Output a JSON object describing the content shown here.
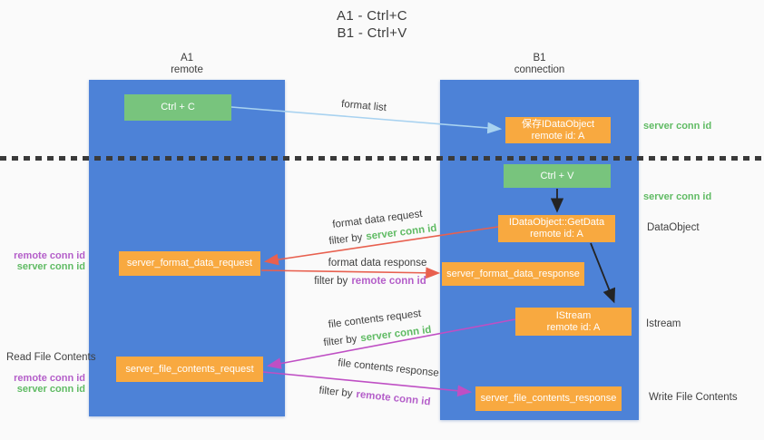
{
  "title": {
    "line1": "A1 - Ctrl+C",
    "line2": "B1 - Ctrl+V"
  },
  "columns": {
    "left": {
      "name": "A1",
      "subtitle": "remote"
    },
    "right": {
      "name": "B1",
      "subtitle": "connection"
    }
  },
  "nodes": {
    "ctrl_c": "Ctrl + C",
    "ctrl_v": "Ctrl + V",
    "save_dataobject": {
      "line1": "保存IDataObject",
      "line2": "remote id: A"
    },
    "getdata": {
      "line1": "IDataObject::GetData",
      "line2": "remote id: A"
    },
    "istream": {
      "line1": "IStream",
      "line2": "remote id: A"
    },
    "format_request": "server_format_data_request",
    "format_response": "server_format_data_response",
    "file_request": "server_file_contents_request",
    "file_response": "server_file_contents_response"
  },
  "labels": {
    "format_list": "format list",
    "format_data_request": "format data request",
    "format_data_response": "format data response",
    "file_contents_request": "file contents request",
    "file_contents_response": "file contents response",
    "filter_by": "filter by",
    "server_conn_id": "server conn id",
    "remote_conn_id": "remote conn id",
    "dataobject": "DataObject",
    "istream": "Istream",
    "read_file_contents": "Read File Contents",
    "write_file_contents": "Write File Contents"
  },
  "colors": {
    "lifeline_blue": "#4d82d7",
    "node_green": "#78c47d",
    "node_orange": "#f8a940",
    "arrow_red": "#e8604f",
    "arrow_magenta": "#bf4fc4",
    "arrow_blue": "#a8d2f0",
    "arrow_black": "#242424",
    "text_green": "#60bb64",
    "text_purple": "#b45ec9",
    "text_dark": "#3d3d3d",
    "background": "#fafafa"
  }
}
